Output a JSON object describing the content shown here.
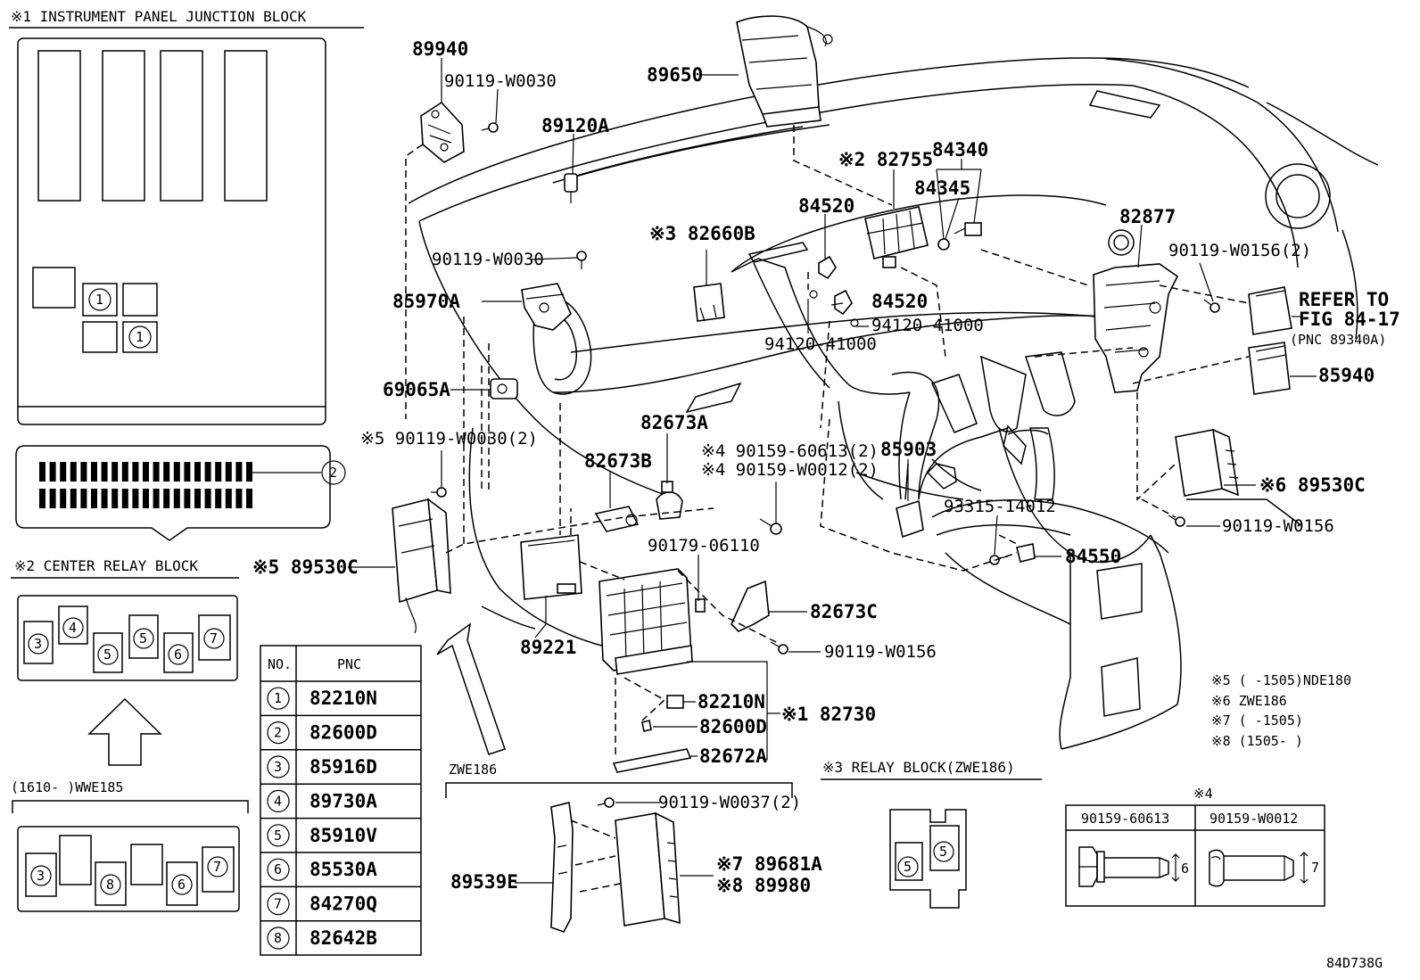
{
  "panels": {
    "instrument": "※1 INSTRUMENT PANEL JUNCTION BLOCK",
    "center": "※2 CENTER RELAY BLOCK",
    "relay": "※3 RELAY BLOCK(ZWE186)",
    "wwe_caption": "(1610-        )WWE185",
    "zwe_caption": "ZWE186"
  },
  "circle_numbers": [
    "1",
    "2",
    "3",
    "4",
    "5",
    "6",
    "7",
    "8"
  ],
  "legend": {
    "col_no": "NO.",
    "col_pnc": "PNC",
    "rows": [
      {
        "no": "1",
        "pnc": "82210N"
      },
      {
        "no": "2",
        "pnc": "82600D"
      },
      {
        "no": "3",
        "pnc": "85916D"
      },
      {
        "no": "4",
        "pnc": "89730A"
      },
      {
        "no": "5",
        "pnc": "85910V"
      },
      {
        "no": "6",
        "pnc": "85530A"
      },
      {
        "no": "7",
        "pnc": "84270Q"
      },
      {
        "no": "8",
        "pnc": "82642B"
      }
    ]
  },
  "labels": {
    "p89940": "89940",
    "p90119w0030a": "90119-W0030",
    "p89120a": "89120A",
    "p89650": "89650",
    "p82755": "※2 82755",
    "p84340": "84340",
    "p84345": "84345",
    "p84520a": "84520",
    "p84520b": "84520",
    "p82660b": "※3 82660B",
    "p90119w0030b": "90119-W0030",
    "p85970a": "85970A",
    "p94120a": "94120-41000",
    "p94120b": "94120-41000",
    "p82877": "82877",
    "p90119w0156_2": "90119-W0156(2)",
    "refer1": "REFER TO",
    "refer2": "FIG 84-17",
    "refer3": "(PNC 89340A)",
    "p85940": "85940",
    "p69065a": "69065A",
    "p90119w0030_2": "※5 90119-W0030(2)",
    "p82673a": "82673A",
    "p82673b": "82673B",
    "p9015960613": "※4 90159-60613(2)",
    "p90159w0012": "※4 90159-W0012(2)",
    "p85903": "85903",
    "p89530c_r": "※6 89530C",
    "p93315": "93315-14012",
    "p90119w0156a": "90119-W0156",
    "p84550": "84550",
    "p89530c_l": "※5 89530C",
    "p90179": "90179-06110",
    "p82673c": "82673C",
    "p89221": "89221",
    "p90119w0156b": "90119-W0156",
    "p82210n": "82210N",
    "p82730": "※1 82730",
    "p82600d": "82600D",
    "p82672a": "82672A",
    "p90119w0037": "90119-W0037(2)",
    "p89539e": "89539E",
    "p89681a": "※7 89681A",
    "p89980": "※8 89980"
  },
  "notes": [
    "※5 (      -1505)NDE180",
    "※6 ZWE186",
    "※7 (      -1505)",
    "※8 (1505-      )"
  ],
  "bolt_table": {
    "marker": "※4",
    "col1": "90159-60613",
    "col2": "90159-W0012",
    "dim1": "6",
    "dim2": "7"
  },
  "figure_code": "84D738G"
}
